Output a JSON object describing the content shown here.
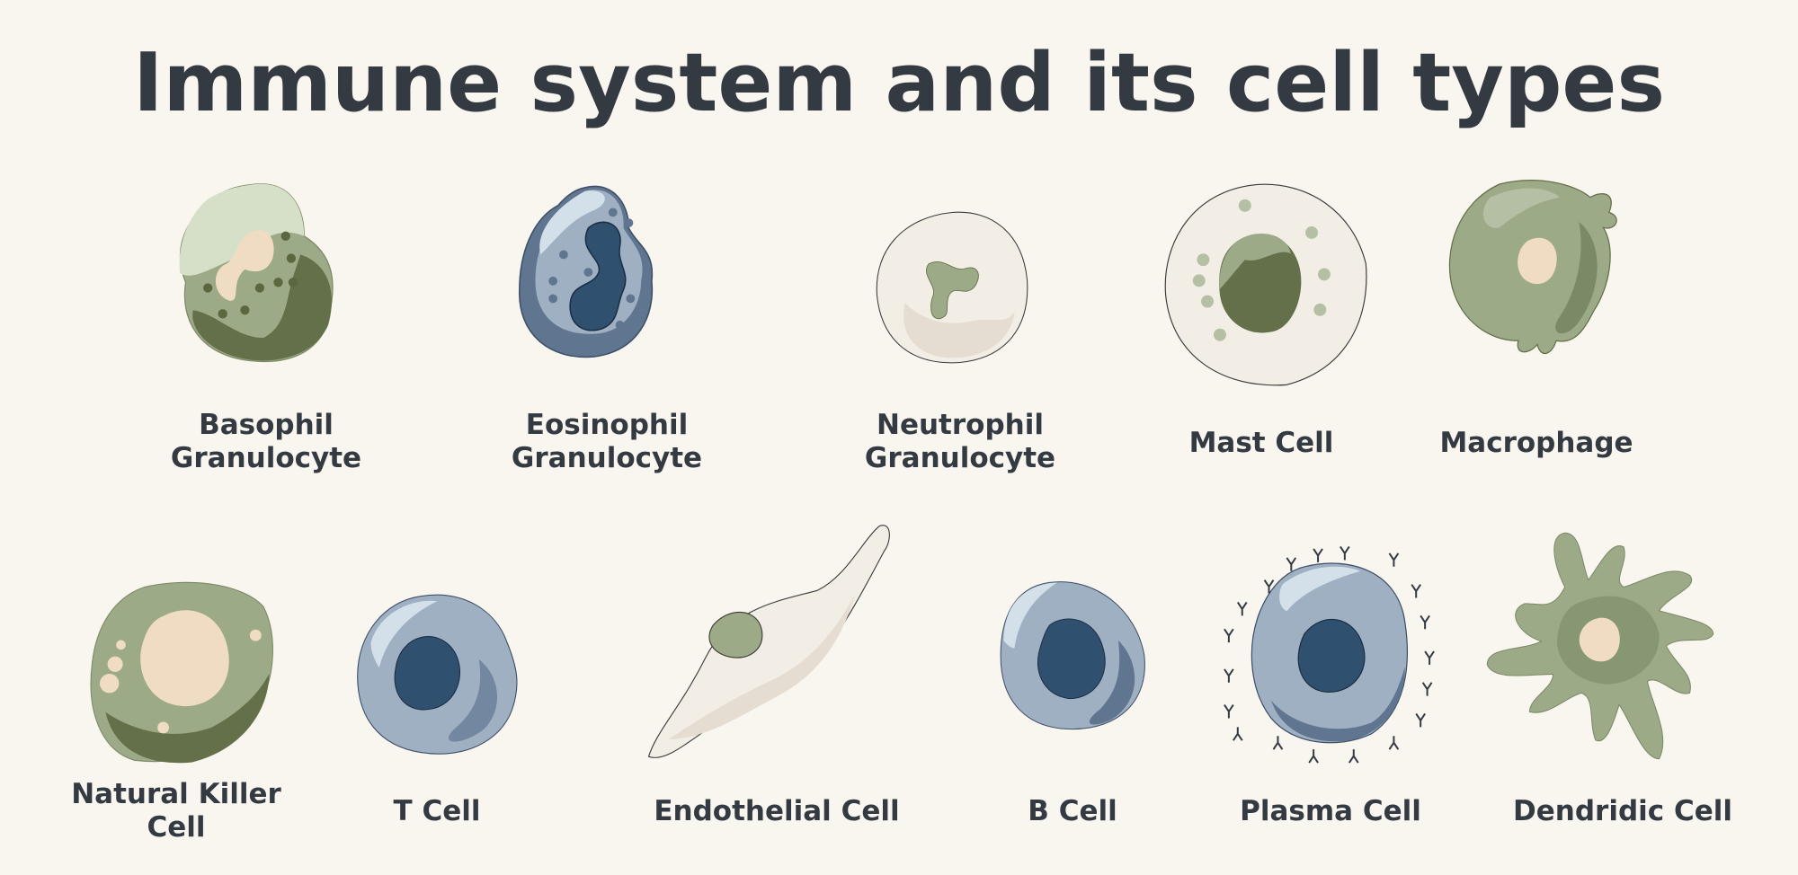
{
  "title": "Immune system and its cell types",
  "colors": {
    "background": "#f9f5ef",
    "text": "#333a42",
    "green_light": "#d6e0c8",
    "green_mid": "#9caa88",
    "green_dark": "#637049",
    "blue_light": "#d3e0ea",
    "blue_mid": "#9fb0c3",
    "blue_dark": "#5f7590",
    "nucleus_blue": "#30506f",
    "cream": "#efdcc2"
  },
  "cells": {
    "basophil": {
      "line1": "Basophil",
      "line2": "Granulocyte"
    },
    "eosinophil": {
      "line1": "Eosinophil",
      "line2": "Granulocyte"
    },
    "neutrophil": {
      "line1": "Neutrophil",
      "line2": "Granulocyte"
    },
    "mast": {
      "line1": "Mast Cell"
    },
    "macrophage": {
      "line1": "Macrophage"
    },
    "natural_killer": {
      "line1": "Natural Killer",
      "line2": "Cell"
    },
    "t_cell": {
      "line1": "T Cell"
    },
    "endothelial": {
      "line1": "Endothelial Cell"
    },
    "b_cell": {
      "line1": "B Cell"
    },
    "plasma": {
      "line1": "Plasma Cell"
    },
    "dendritic": {
      "line1": "Dendridic Cell"
    }
  }
}
